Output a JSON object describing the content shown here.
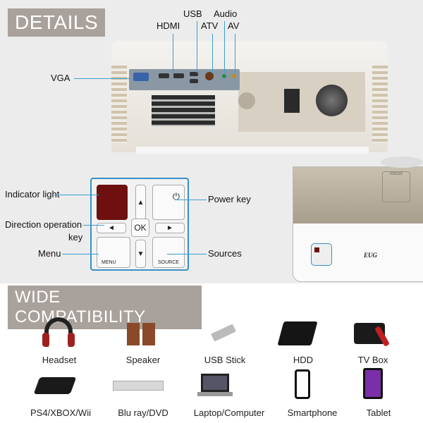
{
  "details": {
    "title": "DETAILS",
    "ports": {
      "usb": "USB",
      "audio": "Audio",
      "hdmi": "HDMI",
      "atv": "ATV",
      "av": "AV",
      "vga": "VGA"
    },
    "keypad_labels": {
      "indicator": "Indicator light",
      "direction_line1": "Direction operation",
      "direction_line2": "key",
      "menu": "Menu",
      "power": "Power key",
      "sources": "Sources"
    },
    "keys": {
      "ok": "OK",
      "menu": "MENU",
      "source": "SOURCE",
      "up": "▲",
      "down": "▼",
      "left": "◄",
      "right": "►",
      "power": "⏻"
    },
    "brand": "EUG",
    "focus": "FOCUS"
  },
  "compat": {
    "title": "WIDE COMPATIBILITY",
    "devices": [
      "Headset",
      "Speaker",
      "USB Stick",
      "HDD",
      "TV Box",
      "PS4/XBOX/Wii",
      "Blu ray/DVD",
      "Laptop/Computer",
      "Smartphone",
      "Tablet"
    ]
  },
  "colors": {
    "header_bg": "#a9a19b",
    "leader": "#3a9fd0",
    "indicator": "#7a1010"
  }
}
